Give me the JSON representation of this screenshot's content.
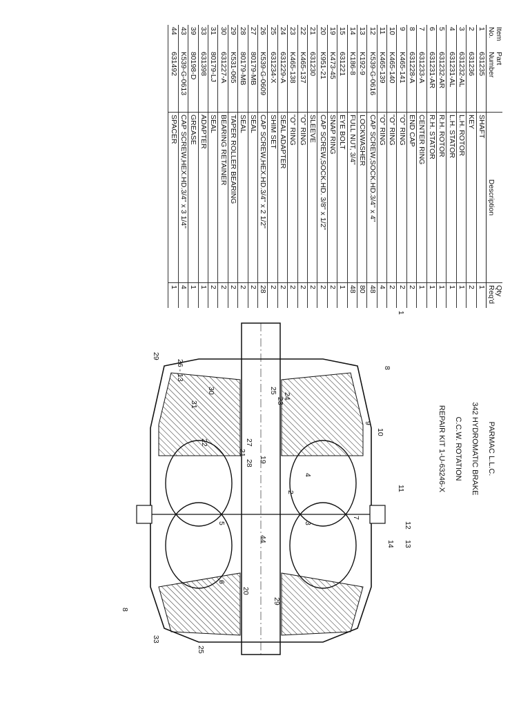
{
  "header": {
    "company": "PARMAC L.L.C.",
    "model": "342 HYDROMATIC BRAKE",
    "rotation": "C.C.W. ROTATION",
    "repair_kit": "REPAIR KIT 1-U-63246-X"
  },
  "table": {
    "columns": {
      "item_no": [
        "Item",
        "No."
      ],
      "part_number": [
        "Part",
        "Number"
      ],
      "description": "Description",
      "qty": [
        "Qty",
        "Req'd"
      ]
    },
    "rows": [
      {
        "item": "1",
        "part": "631235",
        "desc": "SHAFT",
        "qty": "1"
      },
      {
        "item": "2",
        "part": "631236",
        "desc": "KEY",
        "qty": "2"
      },
      {
        "item": "3",
        "part": "631232-AL",
        "desc": "L.H. ROTOR",
        "qty": "1"
      },
      {
        "item": "4",
        "part": "631231-AL",
        "desc": "L.H. STATOR",
        "qty": "1"
      },
      {
        "item": "5",
        "part": "631232-AR",
        "desc": "R.H. ROTOR",
        "qty": "1"
      },
      {
        "item": "6",
        "part": "631231-AR",
        "desc": "R.H. STATOR",
        "qty": "1"
      },
      {
        "item": "7",
        "part": "631233-A",
        "desc": "CENTER RING",
        "qty": "1"
      },
      {
        "item": "8",
        "part": "631228-A",
        "desc": "END CAP",
        "qty": "2"
      },
      {
        "item": "9",
        "part": "K465-141",
        "desc": "\"O\" RING",
        "qty": "2"
      },
      {
        "item": "10",
        "part": "K465-140",
        "desc": "\"O\" RING",
        "qty": "2"
      },
      {
        "item": "11",
        "part": "K465-139",
        "desc": "\"O\" RING",
        "qty": "4"
      },
      {
        "item": "12",
        "part": "K539-G-0616",
        "desc": "CAP SCREW,SOCK.HD.3/4\" x 4\"",
        "qty": "48"
      },
      {
        "item": "13",
        "part": "K192-9",
        "desc": "LOCKWASHER",
        "qty": "80"
      },
      {
        "item": "14",
        "part": "K186-8",
        "desc": "FULL NUT, 3/4\"",
        "qty": "48"
      },
      {
        "item": "15",
        "part": "631221",
        "desc": "EYE BOLT",
        "qty": "1"
      },
      {
        "item": "19",
        "part": "K473-45",
        "desc": "SNAP RING",
        "qty": "2"
      },
      {
        "item": "20",
        "part": "K951-21",
        "desc": "CAP SCREW,SOCK.HD. 3/8\" x 1/2\"",
        "qty": "2"
      },
      {
        "item": "21",
        "part": "631230",
        "desc": "SLEEVE",
        "qty": "2"
      },
      {
        "item": "22",
        "part": "K465-137",
        "desc": "\"O\" RING",
        "qty": "2"
      },
      {
        "item": "23",
        "part": "K465-138",
        "desc": "\"O\" RING",
        "qty": "2"
      },
      {
        "item": "24",
        "part": "631229-A",
        "desc": "SEAL ADAPTER",
        "qty": "2"
      },
      {
        "item": "25",
        "part": "631234-X",
        "desc": "SHIM SET",
        "qty": "2"
      },
      {
        "item": "26",
        "part": "K539-G-0609",
        "desc": "CAP SCREW,HEX.HD.3/4\" x 2 1/2\"",
        "qty": "28"
      },
      {
        "item": "27",
        "part": "80179-MB",
        "desc": "SEAL",
        "qty": "2"
      },
      {
        "item": "28",
        "part": "80179-MB",
        "desc": "SEAL",
        "qty": "2"
      },
      {
        "item": "29",
        "part": "K531-065",
        "desc": "TAPER ROLLER BEARING",
        "qty": "2"
      },
      {
        "item": "30",
        "part": "631227-A",
        "desc": "BEARING RETAINER",
        "qty": "2"
      },
      {
        "item": "31",
        "part": "80179-LJ",
        "desc": "SEAL",
        "qty": "2"
      },
      {
        "item": "33",
        "part": "631398",
        "desc": "ADAPTER",
        "qty": "1"
      },
      {
        "item": "39",
        "part": "80198-D",
        "desc": "GREASE",
        "qty": "1"
      },
      {
        "item": "43",
        "part": "K539-G-0613",
        "desc": "CAP SCREW,HEX.HD.3/4\" x 3 1/4\"",
        "qty": "4"
      },
      {
        "item": "44",
        "part": "631492",
        "desc": "SPACER",
        "qty": "1"
      }
    ]
  },
  "callouts": [
    "1",
    "2",
    "3",
    "4",
    "5",
    "6",
    "7",
    "8",
    "8",
    "9",
    "10",
    "11",
    "12",
    "13",
    "14",
    "19",
    "20",
    "21",
    "22",
    "23",
    "24",
    "25",
    "25",
    "26 - 13",
    "27",
    "28",
    "29",
    "29",
    "30",
    "31",
    "33",
    "44"
  ]
}
